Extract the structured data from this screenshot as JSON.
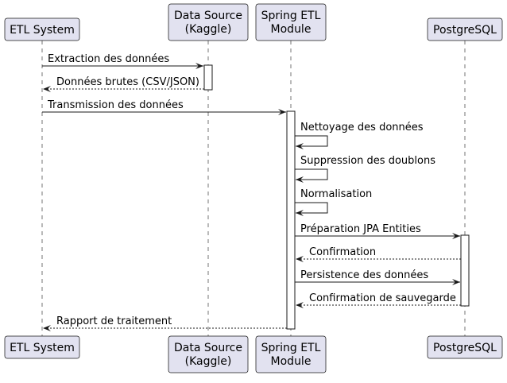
{
  "participants": [
    {
      "id": "etl",
      "name": [
        "ETL System"
      ]
    },
    {
      "id": "ds",
      "name": [
        "Data Source",
        "(Kaggle)"
      ]
    },
    {
      "id": "spring",
      "name": [
        "Spring ETL",
        "Module"
      ]
    },
    {
      "id": "pg",
      "name": [
        "PostgreSQL"
      ]
    }
  ],
  "messages": [
    {
      "from": "etl",
      "to": "ds",
      "label": "Extraction des données",
      "style": "solid"
    },
    {
      "from": "ds",
      "to": "etl",
      "label": "Données brutes (CSV/JSON)",
      "style": "dashed"
    },
    {
      "from": "etl",
      "to": "spring",
      "label": "Transmission des données",
      "style": "solid"
    },
    {
      "from": "spring",
      "to": "spring",
      "label": "Nettoyage des données",
      "style": "self"
    },
    {
      "from": "spring",
      "to": "spring",
      "label": "Suppression des doublons",
      "style": "self"
    },
    {
      "from": "spring",
      "to": "spring",
      "label": "Normalisation",
      "style": "self"
    },
    {
      "from": "spring",
      "to": "pg",
      "label": "Préparation JPA Entities",
      "style": "solid"
    },
    {
      "from": "pg",
      "to": "spring",
      "label": "Confirmation",
      "style": "dashed"
    },
    {
      "from": "spring",
      "to": "pg",
      "label": "Persistence des données",
      "style": "solid"
    },
    {
      "from": "pg",
      "to": "spring",
      "label": "Confirmation de sauvegarde",
      "style": "dashed"
    },
    {
      "from": "spring",
      "to": "etl",
      "label": "Rapport de traitement",
      "style": "dashed"
    }
  ],
  "activations": [
    {
      "participant": "ds",
      "from_message": 0,
      "to_message": 1
    },
    {
      "participant": "spring",
      "from_message": 2,
      "to_message": 10
    },
    {
      "participant": "pg",
      "from_message": 6,
      "to_message": 9
    }
  ],
  "colors": {
    "participant_fill": "#E2E2F0",
    "stroke": "#181818",
    "activation_fill": "#FFFFFF",
    "background": "#FFFFFF"
  }
}
